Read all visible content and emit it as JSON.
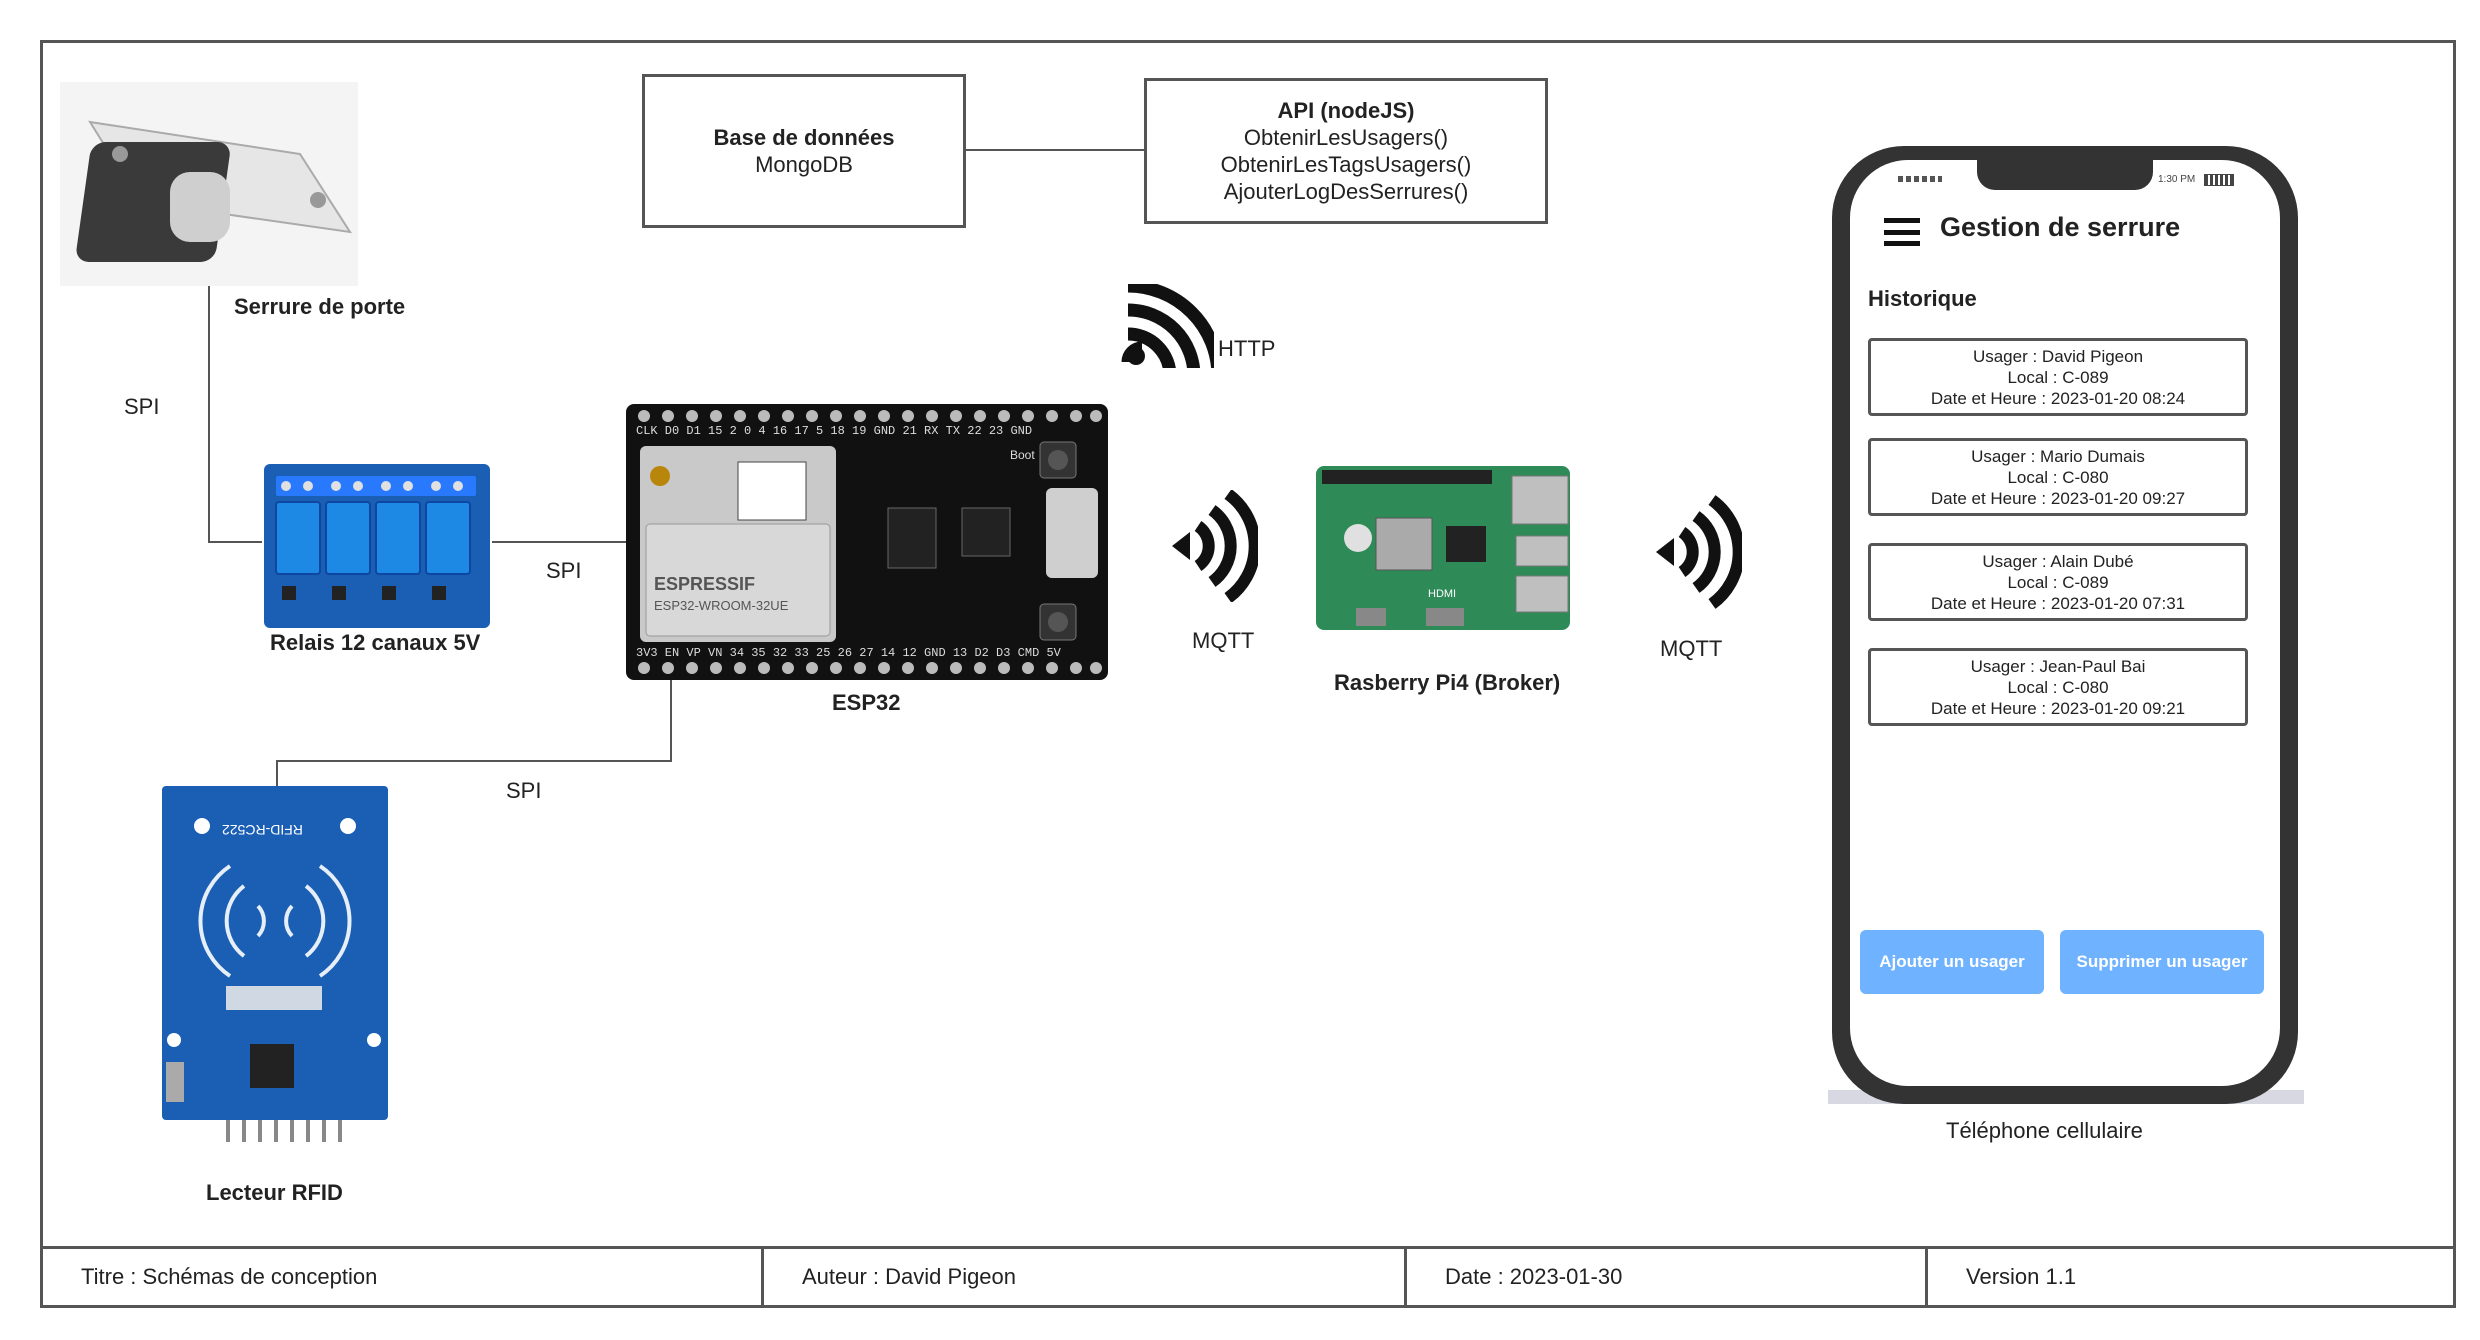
{
  "db": {
    "title": "Base de données",
    "subtitle": "MongoDB"
  },
  "api": {
    "title": "API (nodeJS)",
    "methods": [
      "ObtenirLesUsagers()",
      "ObtenirLesTagsUsagers()",
      "AjouterLogDesSerrures()"
    ]
  },
  "labels": {
    "lock": "Serrure de porte",
    "relay": "Relais 12 canaux 5V",
    "esp32": "ESP32",
    "rfid": "Lecteur RFID",
    "rpi": "Rasberry Pi4 (Broker)",
    "phone": "Téléphone cellulaire"
  },
  "connections": {
    "spi_lock": "SPI",
    "spi_relay": "SPI",
    "spi_rfid": "SPI",
    "http": "HTTP",
    "mqtt1": "MQTT",
    "mqtt2": "MQTT"
  },
  "chip": {
    "brand": "ESPRESSIF",
    "model": "ESP32-WROOM-32UE",
    "top_pins": "CLK D0 D1 15 2 0 4 16 17 5 18 19 GND 21 RX TX 22 23 GND",
    "bottom_pins": "3V3 EN VP VN 34 35 32 33 25 26 27 14 12 GND 13 D2 D3 CMD 5V",
    "boot": "Boot",
    "rfid_model": "RFID-RC522",
    "hdmi": "HDMI"
  },
  "phone": {
    "status_time": "1:30 PM",
    "app_title": "Gestion de serrure",
    "section": "Historique",
    "history": [
      {
        "user": "Usager : David Pigeon",
        "local": "Local : C-089",
        "datetime": "Date et Heure : 2023-01-20 08:24"
      },
      {
        "user": "Usager : Mario Dumais",
        "local": "Local : C-080",
        "datetime": "Date et Heure : 2023-01-20 09:27"
      },
      {
        "user": "Usager : Alain Dubé",
        "local": "Local : C-089",
        "datetime": "Date et Heure : 2023-01-20 07:31"
      },
      {
        "user": "Usager : Jean-Paul Bai",
        "local": "Local : C-080",
        "datetime": "Date et Heure : 2023-01-20 09:21"
      }
    ],
    "add_button": "Ajouter un usager",
    "remove_button": "Supprimer un usager"
  },
  "footer": {
    "title": "Titre : Schémas de conception",
    "author": "Auteur : David Pigeon",
    "date": "Date : 2023-01-30",
    "version": "Version 1.1"
  },
  "colors": {
    "accent": "#6fb2ff",
    "pcb_blue": "#1a5fb4",
    "pcb_green": "#2e8b57",
    "line": "#555555"
  },
  "icons": [
    "menu-icon",
    "wifi-icon",
    "signal-icon",
    "battery-icon"
  ]
}
